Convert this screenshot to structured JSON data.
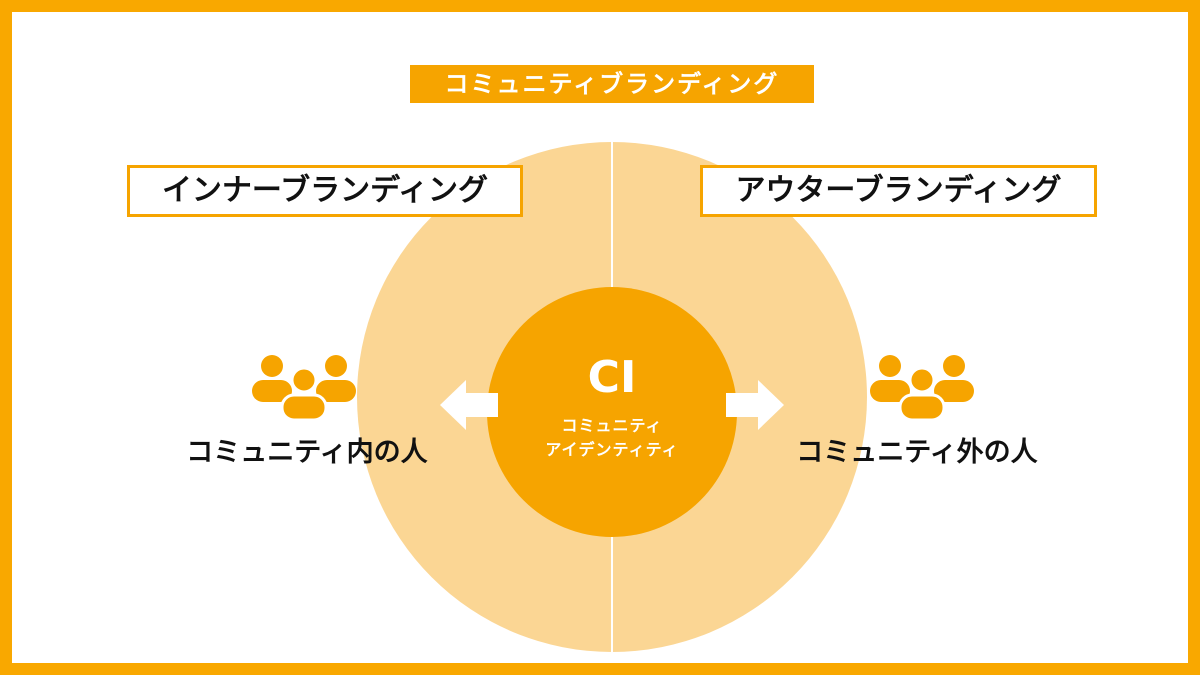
{
  "title": "コミュニティブランディング",
  "inner_branding": "インナーブランディング",
  "outer_branding": "アウターブランディング",
  "core": {
    "label": "CI",
    "line1": "コミュニティ",
    "line2": "アイデンティティ"
  },
  "inner_people": "コミュニティ内の人",
  "outer_people": "コミュニティ外の人",
  "icons": {
    "people": "people-group-icon",
    "arrow_left": "arrow-left-icon",
    "arrow_right": "arrow-right-icon"
  },
  "colors": {
    "frame": "#f9a800",
    "accent": "#f6a400",
    "light": "#fbd694",
    "text": "#111111",
    "white": "#ffffff"
  }
}
